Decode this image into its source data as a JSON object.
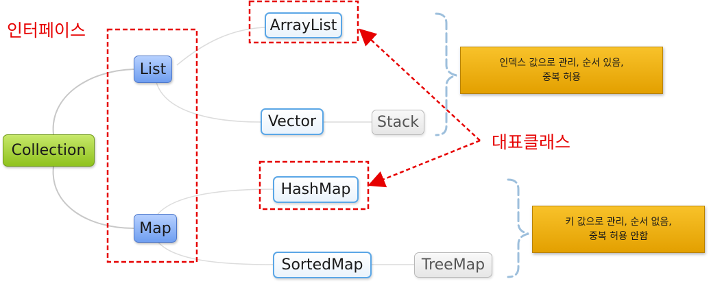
{
  "root": {
    "label": "Collection"
  },
  "interfaces": [
    {
      "key": "list",
      "label": "List"
    },
    {
      "key": "map",
      "label": "Map"
    }
  ],
  "classes": [
    {
      "key": "arraylist",
      "label": "ArrayList"
    },
    {
      "key": "vector",
      "label": "Vector"
    },
    {
      "key": "stack",
      "label": "Stack"
    },
    {
      "key": "hashmap",
      "label": "HashMap"
    },
    {
      "key": "sortedmap",
      "label": "SortedMap"
    },
    {
      "key": "treemap",
      "label": "TreeMap"
    }
  ],
  "notes": {
    "list_note": "인덱스 값으로 관리, 순서 있음,\n중복 허용",
    "map_note": "키 값으로 관리, 순서 없음,\n중복 허용 안함"
  },
  "annotations": {
    "interface_label": "인터페이스",
    "representative_label": "대표클래스"
  },
  "colors": {
    "root": "#8fc21d",
    "interface": "#6f9ef0",
    "class_border": "#5aa6e6",
    "note": "#f0b000",
    "annotation": "#e60000",
    "brace": "#9dbfdc",
    "connector": "#c8c8c8"
  }
}
